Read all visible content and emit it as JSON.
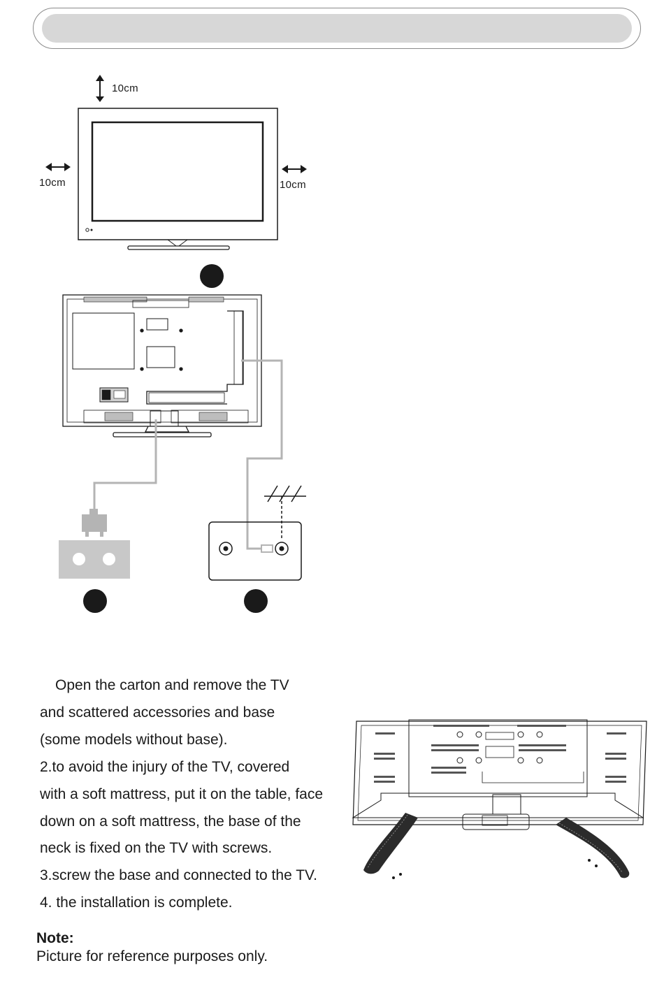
{
  "header": {
    "title": ""
  },
  "clearance": {
    "top": "10cm",
    "left": "10cm",
    "right": "10cm"
  },
  "instructions": {
    "line1": "Open the carton and remove the TV",
    "line2": "and scattered accessories and base",
    "line3": "(some models without base).",
    "line4": "2.to avoid the injury of the TV, covered",
    "line5": "with a soft mattress, put it on the table, face",
    "line6": "down on a soft mattress, the base of the",
    "line7": "neck is fixed on the TV with screws.",
    "line8": "3.screw the base and connected to the TV.",
    "line9": "4. the installation is complete."
  },
  "note": {
    "title": "Note:",
    "text": "Picture for reference purposes only."
  },
  "colors": {
    "header_fill": "#d7d7d7",
    "cable": "#b4b4b4",
    "marker": "#1a1a1a",
    "outlet_fill": "#c8c8c8"
  }
}
